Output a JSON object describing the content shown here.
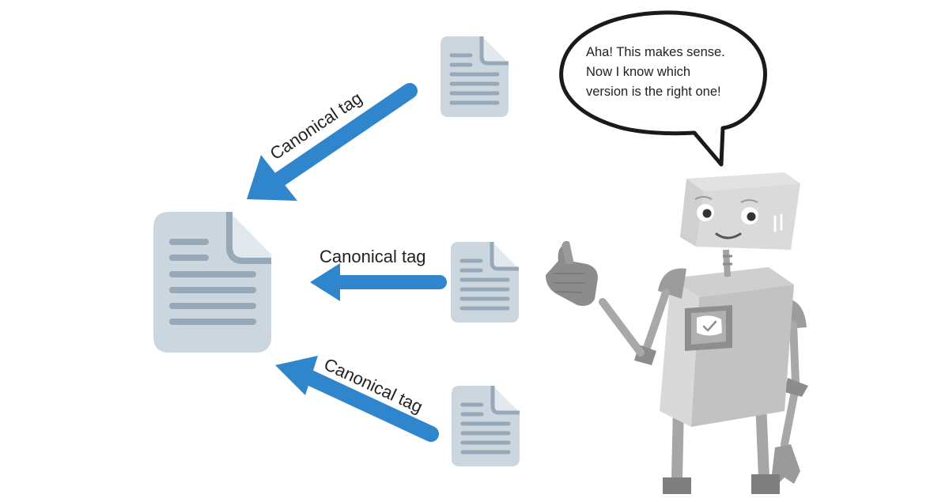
{
  "arrows": {
    "top_label": "Canonical tag",
    "middle_label": "Canonical tag",
    "bottom_label": "Canonical tag"
  },
  "speech_bubble": {
    "lines": [
      "Aha! This makes sense.",
      "Now I know which",
      "version is the right one!"
    ]
  },
  "colors": {
    "arrow_blue": "#2f86cd",
    "doc_fill": "#cbd6df",
    "doc_lines": "#97a9b8",
    "robot_light": "#d6d6d6",
    "robot_mid": "#b4b4b4",
    "robot_dark": "#8c8c8c"
  },
  "icons": {
    "main_document": "document-icon",
    "duplicate_documents": "document-icon",
    "robot": "robot-illustration"
  }
}
